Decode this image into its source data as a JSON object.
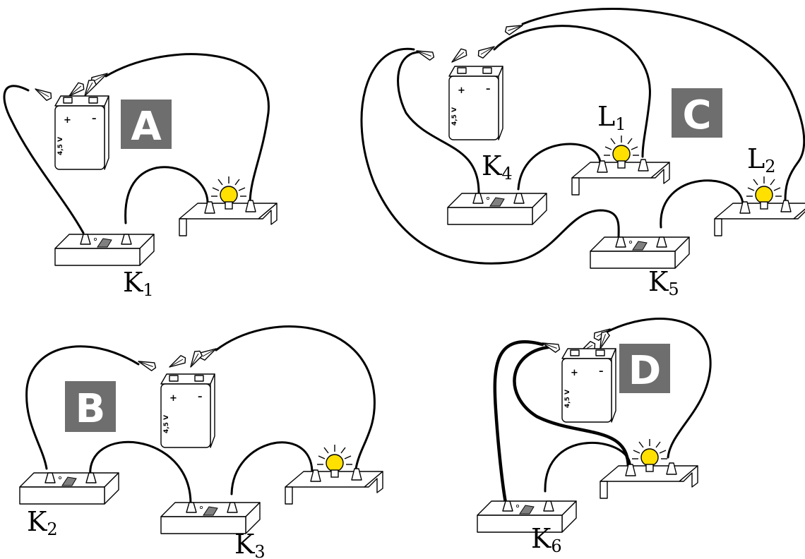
{
  "circuits": [
    {
      "letter": "A",
      "switches": [
        "K1"
      ],
      "lamps": []
    },
    {
      "letter": "B",
      "switches": [
        "K2",
        "K3"
      ],
      "lamps": []
    },
    {
      "letter": "C",
      "switches": [
        "K4",
        "K5"
      ],
      "lamps": [
        "L1",
        "L2"
      ]
    },
    {
      "letter": "D",
      "switches": [
        "K6"
      ],
      "lamps": []
    }
  ],
  "battery": {
    "voltage": "4,5 V",
    "plus": "+",
    "minus": "–"
  },
  "labels": {
    "K1": {
      "base": "K",
      "sub": "1"
    },
    "K2": {
      "base": "K",
      "sub": "2"
    },
    "K3": {
      "base": "K",
      "sub": "3"
    },
    "K4": {
      "base": "K",
      "sub": "4"
    },
    "K5": {
      "base": "K",
      "sub": "5"
    },
    "K6": {
      "base": "K",
      "sub": "6"
    },
    "L1": {
      "base": "L",
      "sub": "1"
    },
    "L2": {
      "base": "L",
      "sub": "2"
    }
  },
  "colors": {
    "letter_box": "#6e6e6e",
    "bulb": "#ffe000",
    "wire": "#000000"
  }
}
